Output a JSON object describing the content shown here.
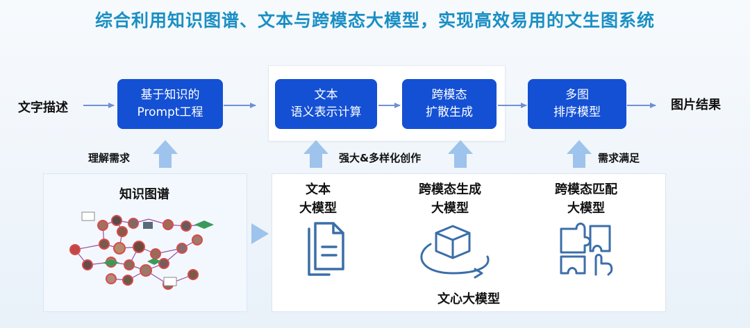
{
  "title": "综合利用知识图谱、文本与跨模态大模型，实现高效易用的文生图系统",
  "input_label": "文字描述",
  "output_label": "图片结果",
  "boxes": {
    "prompt": {
      "line1": "基于知识的",
      "line2": "Prompt工程"
    },
    "text_semantic": {
      "line1": "文本",
      "line2": "语义表示计算"
    },
    "diffusion": {
      "line1": "跨模态",
      "line2": "扩散生成"
    },
    "ranking": {
      "line1": "多图",
      "line2": "排序模型"
    }
  },
  "support_labels": {
    "understand": "理解需求",
    "creative": "强大&多样化创作",
    "satisfy": "需求满足"
  },
  "knowledge_graph": {
    "title": "知识图谱"
  },
  "models": {
    "text": {
      "line1": "文本",
      "line2": "大模型"
    },
    "cross_gen": {
      "line1": "跨模态生成",
      "line2": "大模型"
    },
    "cross_match": {
      "line1": "跨模态匹配",
      "line2": "大模型"
    }
  },
  "ernie_label": "文心大模型",
  "colors": {
    "title": "#1a8fc4",
    "box": "#1450d4",
    "arrow": "#6f8fd6",
    "up_arrow": "#9ec3ec",
    "icon": "#3a6ea8"
  }
}
